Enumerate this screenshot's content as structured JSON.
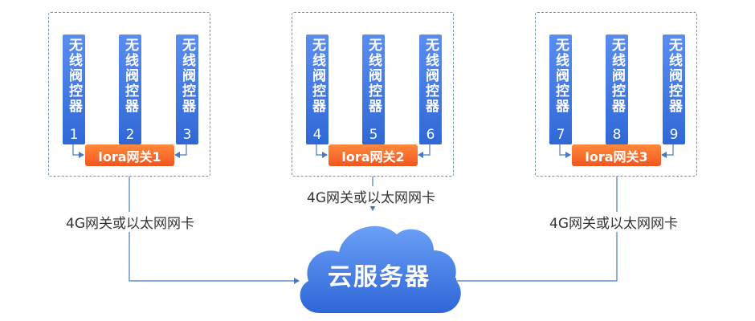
{
  "groups": [
    {
      "valves": [
        {
          "label": "无线阀控器",
          "num": "1"
        },
        {
          "label": "无线阀控器",
          "num": "2"
        },
        {
          "label": "无线阀控器",
          "num": "3"
        }
      ],
      "gateway": "lora网关1"
    },
    {
      "valves": [
        {
          "label": "无线阀控器",
          "num": "4"
        },
        {
          "label": "无线阀控器",
          "num": "5"
        },
        {
          "label": "无线阀控器",
          "num": "6"
        }
      ],
      "gateway": "lora网关2"
    },
    {
      "valves": [
        {
          "label": "无线阀控器",
          "num": "7"
        },
        {
          "label": "无线阀控器",
          "num": "8"
        },
        {
          "label": "无线阀控器",
          "num": "9"
        }
      ],
      "gateway": "lora网关3"
    }
  ],
  "connections": [
    {
      "label": "4G网关或以太网网卡"
    },
    {
      "label": "4G网关或以太网网卡"
    },
    {
      "label": "4G网关或以太网网卡"
    }
  ],
  "cloud": {
    "label": "云服务器"
  },
  "colors": {
    "valve": "#3d74e0",
    "gateway": "#f2551f",
    "cloud": "#3f7be8",
    "line": "#4a78c2",
    "border": "#6f8fb8"
  }
}
